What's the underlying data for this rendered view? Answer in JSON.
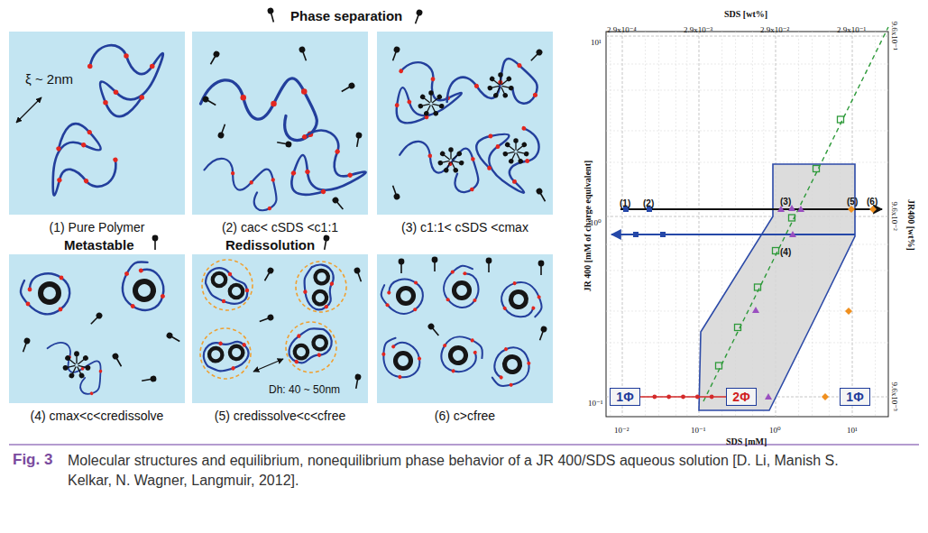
{
  "diagram": {
    "caption": "Molecular structures and equilibrium, nonequilibrium phase behavior of a JR 400/SDS aqueous solution [D. Li, Manish S. Kelkar, N. Wagner, Langmuir, 2012].",
    "nodes": [
      {
        "text": [
          "(1) Pure Polymer",
          "ξ ~ 2nm"
        ]
      },
      {
        "text": [
          "(2) cac< cSDS <c1:1"
        ]
      },
      {
        "text": [
          "(3) c1:1< cSDS <cmax"
        ]
      },
      {
        "text": [
          "(4) cmax<c<credissolve"
        ]
      },
      {
        "text": [
          "(5) credissolve<c<cfree",
          "Dh: 40 ~ 50nm"
        ]
      },
      {
        "text": [
          "(6) c>cfree"
        ]
      },
      {
        "text": [
          "1Φ"
        ]
      },
      {
        "text": [
          "2Φ"
        ]
      },
      {
        "text": [
          "1Φ"
        ]
      }
    ],
    "edges": [
      {
        "from": 6,
        "to": 7,
        "arrow": "none"
      }
    ],
    "labels": [
      "Phase separation",
      "Metastable",
      "Redissolution",
      "SDS [wt%]",
      "2.9x10⁻⁴",
      "2.9x10⁻³",
      "2.9x10⁻²",
      "2.9x10⁻¹",
      "SDS [mM]",
      "10⁻²",
      "10⁻¹",
      "10⁰",
      "10¹",
      "JR 400 [mM of charge equivalent]",
      "10¹",
      "10⁰",
      "10⁻¹",
      "JR400 [wt%]",
      "9.6x10⁻¹",
      "9.6x10⁻²",
      "9.6x10⁻³",
      "(1)",
      "(2)",
      "(3)",
      "(5)",
      "(6)",
      "(4)",
      "Fig. 3"
    ]
  }
}
